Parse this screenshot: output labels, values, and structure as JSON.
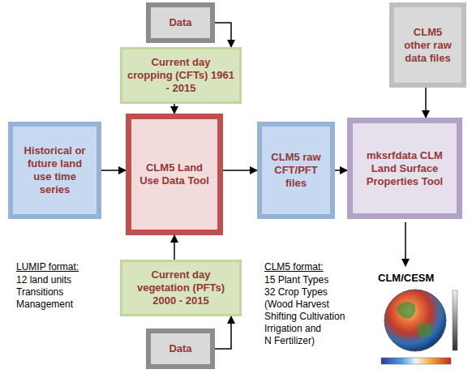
{
  "diagram": {
    "nodes": [
      {
        "text": [
          "Data"
        ]
      },
      {
        "text": [
          "CLM5 other raw data files"
        ]
      },
      {
        "text": [
          "Current day cropping (CFTs) 1961 - 2015"
        ]
      },
      {
        "text": [
          "Historical or future land use time series"
        ]
      },
      {
        "text": [
          "CLM5 Land Use Data Tool"
        ]
      },
      {
        "text": [
          "CLM5 raw CFT/PFT files"
        ]
      },
      {
        "text": [
          "mksrfdata CLM Land Surface Properties Tool"
        ]
      },
      {
        "text": [
          "Current day vegetation (PFTs) 2000 - 2015"
        ]
      },
      {
        "text": [
          "Data"
        ]
      }
    ],
    "edges": [
      {
        "from": 0,
        "to": 2,
        "arrow": "to"
      },
      {
        "from": 1,
        "to": 6,
        "arrow": "to"
      },
      {
        "from": 2,
        "to": 4,
        "arrow": "to"
      },
      {
        "from": 3,
        "to": 4,
        "arrow": "to"
      },
      {
        "from": 4,
        "to": 5,
        "arrow": "to"
      },
      {
        "from": 5,
        "to": 6,
        "arrow": "to"
      },
      {
        "from": 7,
        "to": 4,
        "arrow": "to"
      },
      {
        "from": 8,
        "to": 7,
        "arrow": "to"
      }
    ],
    "labels": [
      "LUMIP format:",
      "12 land units",
      "Transitions",
      "Management",
      "CLM5 format:",
      "15 Plant Types",
      "32 Crop Types",
      "(Wood Harvest",
      "Shifting Cultivation",
      "Irrigation and",
      "N Fertilizer)",
      "CLM/CESM"
    ]
  }
}
